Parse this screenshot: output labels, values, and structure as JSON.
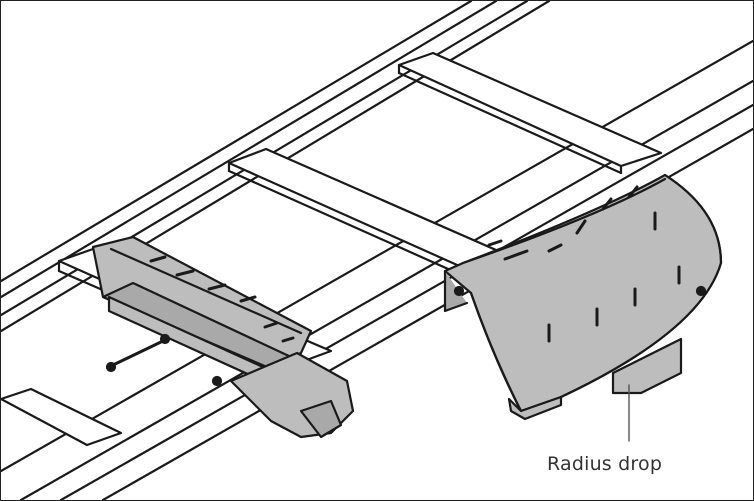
{
  "callout": {
    "label": "Radius drop"
  },
  "colors": {
    "line": "#1a1a1a",
    "metal": "#bdbdbd",
    "metal_shadow": "#a9a9a9",
    "background": "#ffffff"
  },
  "parts": [
    "ladder-tray",
    "rungs",
    "rung-bracket",
    "radius-drop",
    "mounting-screws"
  ]
}
